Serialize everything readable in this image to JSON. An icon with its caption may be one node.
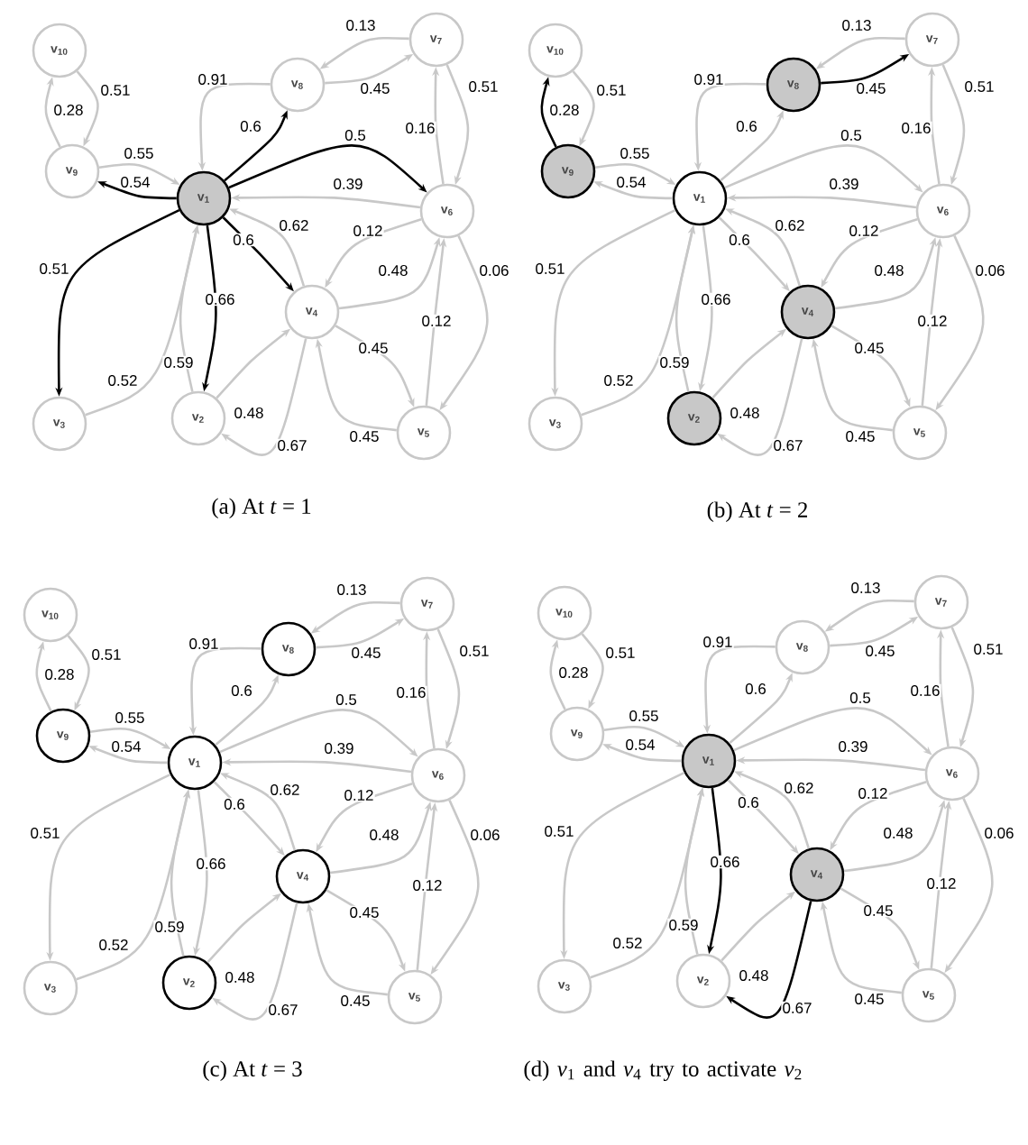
{
  "diagram": {
    "nodes": [
      {
        "text": [
          "v$_{1}$"
        ]
      },
      {
        "text": [
          "v$_{2}$"
        ]
      },
      {
        "text": [
          "v$_{3}$"
        ]
      },
      {
        "text": [
          "v$_{4}$"
        ]
      },
      {
        "text": [
          "v$_{5}$"
        ]
      },
      {
        "text": [
          "v$_{6}$"
        ]
      },
      {
        "text": [
          "v$_{7}$"
        ]
      },
      {
        "text": [
          "v$_{8}$"
        ]
      },
      {
        "text": [
          "v$_{9}$"
        ]
      },
      {
        "text": [
          "v$_{10}$"
        ]
      },
      {
        "text": [
          "v$_{1}$"
        ]
      },
      {
        "text": [
          "v$_{2}$"
        ]
      },
      {
        "text": [
          "v$_{3}$"
        ]
      },
      {
        "text": [
          "v$_{4}$"
        ]
      },
      {
        "text": [
          "v$_{5}$"
        ]
      },
      {
        "text": [
          "v$_{6}$"
        ]
      },
      {
        "text": [
          "v$_{7}$"
        ]
      },
      {
        "text": [
          "v$_{8}$"
        ]
      },
      {
        "text": [
          "v$_{9}$"
        ]
      },
      {
        "text": [
          "v$_{10}$"
        ]
      },
      {
        "text": [
          "v$_{1}$"
        ]
      },
      {
        "text": [
          "v$_{2}$"
        ]
      },
      {
        "text": [
          "v$_{3}$"
        ]
      },
      {
        "text": [
          "v$_{4}$"
        ]
      },
      {
        "text": [
          "v$_{5}$"
        ]
      },
      {
        "text": [
          "v$_{6}$"
        ]
      },
      {
        "text": [
          "v$_{7}$"
        ]
      },
      {
        "text": [
          "v$_{8}$"
        ]
      },
      {
        "text": [
          "v$_{9}$"
        ]
      },
      {
        "text": [
          "v$_{10}$"
        ]
      },
      {
        "text": [
          "v$_{1}$"
        ]
      },
      {
        "text": [
          "v$_{2}$"
        ]
      },
      {
        "text": [
          "v$_{3}$"
        ]
      },
      {
        "text": [
          "v$_{4}$"
        ]
      },
      {
        "text": [
          "v$_{5}$"
        ]
      },
      {
        "text": [
          "v$_{6}$"
        ]
      },
      {
        "text": [
          "v$_{7}$"
        ]
      },
      {
        "text": [
          "v$_{8}$"
        ]
      },
      {
        "text": [
          "v$_{9}$"
        ]
      },
      {
        "text": [
          "v$_{10}$"
        ]
      }
    ],
    "edges": [
      {
        "from": 8,
        "to": 9,
        "arrow": "to",
        "label": "0.28"
      },
      {
        "from": 9,
        "to": 8,
        "arrow": "to",
        "label": "0.51"
      },
      {
        "from": 8,
        "to": 0,
        "arrow": "to",
        "label": "0.55"
      },
      {
        "from": 0,
        "to": 8,
        "arrow": "to",
        "label": "0.54",
        "color": "#000000"
      },
      {
        "from": 7,
        "to": 0,
        "arrow": "to",
        "label": "0.91"
      },
      {
        "from": 0,
        "to": 7,
        "arrow": "to",
        "label": "0.6",
        "color": "#000000"
      },
      {
        "from": 6,
        "to": 7,
        "arrow": "to",
        "label": "0.13"
      },
      {
        "from": 7,
        "to": 6,
        "arrow": "to",
        "label": "0.45"
      },
      {
        "from": 6,
        "to": 5,
        "arrow": "to",
        "label": "0.51"
      },
      {
        "from": 5,
        "to": 6,
        "arrow": "to",
        "label": "0.16"
      },
      {
        "from": 0,
        "to": 5,
        "arrow": "to",
        "label": "0.5",
        "color": "#000000"
      },
      {
        "from": 5,
        "to": 0,
        "arrow": "to",
        "label": "0.39"
      },
      {
        "from": 3,
        "to": 0,
        "arrow": "to",
        "label": "0.62"
      },
      {
        "from": 0,
        "to": 3,
        "arrow": "to",
        "label": "0.6",
        "color": "#000000"
      },
      {
        "from": 5,
        "to": 3,
        "arrow": "to",
        "label": "0.12"
      },
      {
        "from": 3,
        "to": 5,
        "arrow": "to",
        "label": "0.48"
      },
      {
        "from": 4,
        "to": 5,
        "arrow": "to",
        "label": "0.12"
      },
      {
        "from": 5,
        "to": 4,
        "arrow": "to",
        "label": "0.06"
      },
      {
        "from": 3,
        "to": 4,
        "arrow": "to",
        "label": "0.45"
      },
      {
        "from": 4,
        "to": 3,
        "arrow": "to",
        "label": "0.45"
      },
      {
        "from": 0,
        "to": 2,
        "arrow": "to",
        "label": "0.51",
        "color": "#000000"
      },
      {
        "from": 2,
        "to": 0,
        "arrow": "to",
        "label": "0.52"
      },
      {
        "from": 0,
        "to": 1,
        "arrow": "to",
        "label": "0.66",
        "color": "#000000"
      },
      {
        "from": 1,
        "to": 0,
        "arrow": "to",
        "label": "0.59"
      },
      {
        "from": 1,
        "to": 3,
        "arrow": "to",
        "label": "0.48"
      },
      {
        "from": 3,
        "to": 1,
        "arrow": "to",
        "label": "0.67"
      },
      {
        "from": 18,
        "to": 19,
        "arrow": "to",
        "label": "0.28",
        "color": "#000000"
      },
      {
        "from": 19,
        "to": 18,
        "arrow": "to",
        "label": "0.51"
      },
      {
        "from": 18,
        "to": 10,
        "arrow": "to",
        "label": "0.55"
      },
      {
        "from": 10,
        "to": 18,
        "arrow": "to",
        "label": "0.54"
      },
      {
        "from": 17,
        "to": 10,
        "arrow": "to",
        "label": "0.91"
      },
      {
        "from": 10,
        "to": 17,
        "arrow": "to",
        "label": "0.6"
      },
      {
        "from": 16,
        "to": 17,
        "arrow": "to",
        "label": "0.13"
      },
      {
        "from": 17,
        "to": 16,
        "arrow": "to",
        "label": "0.45",
        "color": "#000000"
      },
      {
        "from": 16,
        "to": 15,
        "arrow": "to",
        "label": "0.51"
      },
      {
        "from": 15,
        "to": 16,
        "arrow": "to",
        "label": "0.16"
      },
      {
        "from": 10,
        "to": 15,
        "arrow": "to",
        "label": "0.5"
      },
      {
        "from": 15,
        "to": 10,
        "arrow": "to",
        "label": "0.39"
      },
      {
        "from": 13,
        "to": 10,
        "arrow": "to",
        "label": "0.62"
      },
      {
        "from": 10,
        "to": 13,
        "arrow": "to",
        "label": "0.6"
      },
      {
        "from": 15,
        "to": 13,
        "arrow": "to",
        "label": "0.12"
      },
      {
        "from": 13,
        "to": 15,
        "arrow": "to",
        "label": "0.48"
      },
      {
        "from": 14,
        "to": 15,
        "arrow": "to",
        "label": "0.12"
      },
      {
        "from": 15,
        "to": 14,
        "arrow": "to",
        "label": "0.06"
      },
      {
        "from": 13,
        "to": 14,
        "arrow": "to",
        "label": "0.45"
      },
      {
        "from": 14,
        "to": 13,
        "arrow": "to",
        "label": "0.45"
      },
      {
        "from": 10,
        "to": 12,
        "arrow": "to",
        "label": "0.51"
      },
      {
        "from": 12,
        "to": 10,
        "arrow": "to",
        "label": "0.52"
      },
      {
        "from": 10,
        "to": 11,
        "arrow": "to",
        "label": "0.66"
      },
      {
        "from": 11,
        "to": 10,
        "arrow": "to",
        "label": "0.59"
      },
      {
        "from": 11,
        "to": 13,
        "arrow": "to",
        "label": "0.48"
      },
      {
        "from": 13,
        "to": 11,
        "arrow": "to",
        "label": "0.67"
      },
      {
        "from": 28,
        "to": 29,
        "arrow": "to",
        "label": "0.28"
      },
      {
        "from": 29,
        "to": 28,
        "arrow": "to",
        "label": "0.51"
      },
      {
        "from": 28,
        "to": 20,
        "arrow": "to",
        "label": "0.55"
      },
      {
        "from": 20,
        "to": 28,
        "arrow": "to",
        "label": "0.54"
      },
      {
        "from": 27,
        "to": 20,
        "arrow": "to",
        "label": "0.91"
      },
      {
        "from": 20,
        "to": 27,
        "arrow": "to",
        "label": "0.6"
      },
      {
        "from": 26,
        "to": 27,
        "arrow": "to",
        "label": "0.13"
      },
      {
        "from": 27,
        "to": 26,
        "arrow": "to",
        "label": "0.45"
      },
      {
        "from": 26,
        "to": 25,
        "arrow": "to",
        "label": "0.51"
      },
      {
        "from": 25,
        "to": 26,
        "arrow": "to",
        "label": "0.16"
      },
      {
        "from": 20,
        "to": 25,
        "arrow": "to",
        "label": "0.5"
      },
      {
        "from": 25,
        "to": 20,
        "arrow": "to",
        "label": "0.39"
      },
      {
        "from": 23,
        "to": 20,
        "arrow": "to",
        "label": "0.62"
      },
      {
        "from": 20,
        "to": 23,
        "arrow": "to",
        "label": "0.6"
      },
      {
        "from": 25,
        "to": 23,
        "arrow": "to",
        "label": "0.12"
      },
      {
        "from": 23,
        "to": 25,
        "arrow": "to",
        "label": "0.48"
      },
      {
        "from": 24,
        "to": 25,
        "arrow": "to",
        "label": "0.12"
      },
      {
        "from": 25,
        "to": 24,
        "arrow": "to",
        "label": "0.06"
      },
      {
        "from": 23,
        "to": 24,
        "arrow": "to",
        "label": "0.45"
      },
      {
        "from": 24,
        "to": 23,
        "arrow": "to",
        "label": "0.45"
      },
      {
        "from": 20,
        "to": 22,
        "arrow": "to",
        "label": "0.51"
      },
      {
        "from": 22,
        "to": 20,
        "arrow": "to",
        "label": "0.52"
      },
      {
        "from": 20,
        "to": 21,
        "arrow": "to",
        "label": "0.66"
      },
      {
        "from": 21,
        "to": 20,
        "arrow": "to",
        "label": "0.59"
      },
      {
        "from": 21,
        "to": 23,
        "arrow": "to",
        "label": "0.48"
      },
      {
        "from": 23,
        "to": 21,
        "arrow": "to",
        "label": "0.67"
      },
      {
        "from": 38,
        "to": 39,
        "arrow": "to",
        "label": "0.28"
      },
      {
        "from": 39,
        "to": 38,
        "arrow": "to",
        "label": "0.51"
      },
      {
        "from": 38,
        "to": 30,
        "arrow": "to",
        "label": "0.55"
      },
      {
        "from": 30,
        "to": 38,
        "arrow": "to",
        "label": "0.54"
      },
      {
        "from": 37,
        "to": 30,
        "arrow": "to",
        "label": "0.91"
      },
      {
        "from": 30,
        "to": 37,
        "arrow": "to",
        "label": "0.6"
      },
      {
        "from": 36,
        "to": 37,
        "arrow": "to",
        "label": "0.13"
      },
      {
        "from": 37,
        "to": 36,
        "arrow": "to",
        "label": "0.45"
      },
      {
        "from": 36,
        "to": 35,
        "arrow": "to",
        "label": "0.51"
      },
      {
        "from": 35,
        "to": 36,
        "arrow": "to",
        "label": "0.16"
      },
      {
        "from": 30,
        "to": 35,
        "arrow": "to",
        "label": "0.5"
      },
      {
        "from": 35,
        "to": 30,
        "arrow": "to",
        "label": "0.39"
      },
      {
        "from": 33,
        "to": 30,
        "arrow": "to",
        "label": "0.62"
      },
      {
        "from": 30,
        "to": 33,
        "arrow": "to",
        "label": "0.6"
      },
      {
        "from": 35,
        "to": 33,
        "arrow": "to",
        "label": "0.12"
      },
      {
        "from": 33,
        "to": 35,
        "arrow": "to",
        "label": "0.48"
      },
      {
        "from": 34,
        "to": 35,
        "arrow": "to",
        "label": "0.12"
      },
      {
        "from": 35,
        "to": 34,
        "arrow": "to",
        "label": "0.06"
      },
      {
        "from": 33,
        "to": 34,
        "arrow": "to",
        "label": "0.45"
      },
      {
        "from": 34,
        "to": 33,
        "arrow": "to",
        "label": "0.45"
      },
      {
        "from": 30,
        "to": 32,
        "arrow": "to",
        "label": "0.51"
      },
      {
        "from": 32,
        "to": 30,
        "arrow": "to",
        "label": "0.52"
      },
      {
        "from": 30,
        "to": 31,
        "arrow": "to",
        "label": "0.66",
        "color": "#000000"
      },
      {
        "from": 31,
        "to": 30,
        "arrow": "to",
        "label": "0.59"
      },
      {
        "from": 31,
        "to": 33,
        "arrow": "to",
        "label": "0.48"
      },
      {
        "from": 33,
        "to": 31,
        "arrow": "to",
        "label": "0.67",
        "color": "#000000"
      }
    ],
    "labels": [
      "(a) At *t* = 1",
      "(b) At *t* = 2",
      "(c) At *t* = 3",
      "(d) *v*$_{1}$ and *v*$_{4}$ try to activate *v*$_{2}$"
    ]
  }
}
